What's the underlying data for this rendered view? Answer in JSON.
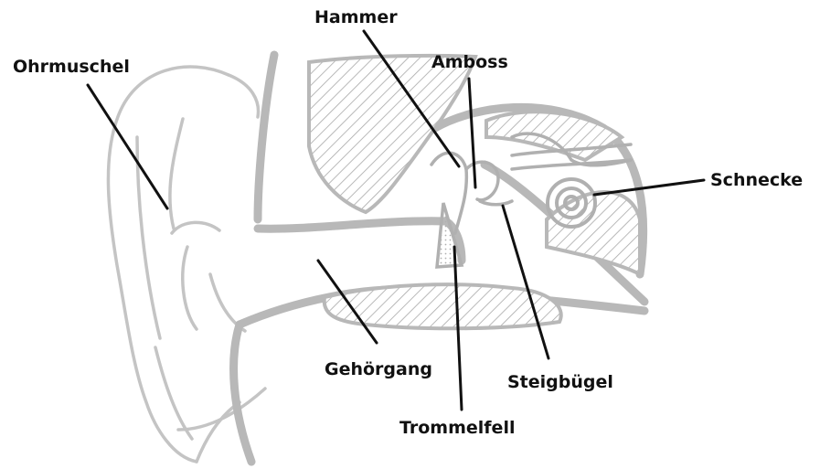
{
  "labels": {
    "ohrmuschel": "Ohrmuschel",
    "hammer": "Hammer",
    "amboss": "Amboss",
    "schnecke": "Schnecke",
    "gehoergang": "Gehörgang",
    "steigbuegel": "Steigbügel",
    "trommelfell": "Trommelfell"
  },
  "colors": {
    "tissue_outline": "#b8b8b8",
    "sketch_line": "#c4c4c4",
    "bone_hatch": "#a8a8a8",
    "leader_line": "#111111",
    "label_text": "#111111",
    "background": "#ffffff"
  }
}
